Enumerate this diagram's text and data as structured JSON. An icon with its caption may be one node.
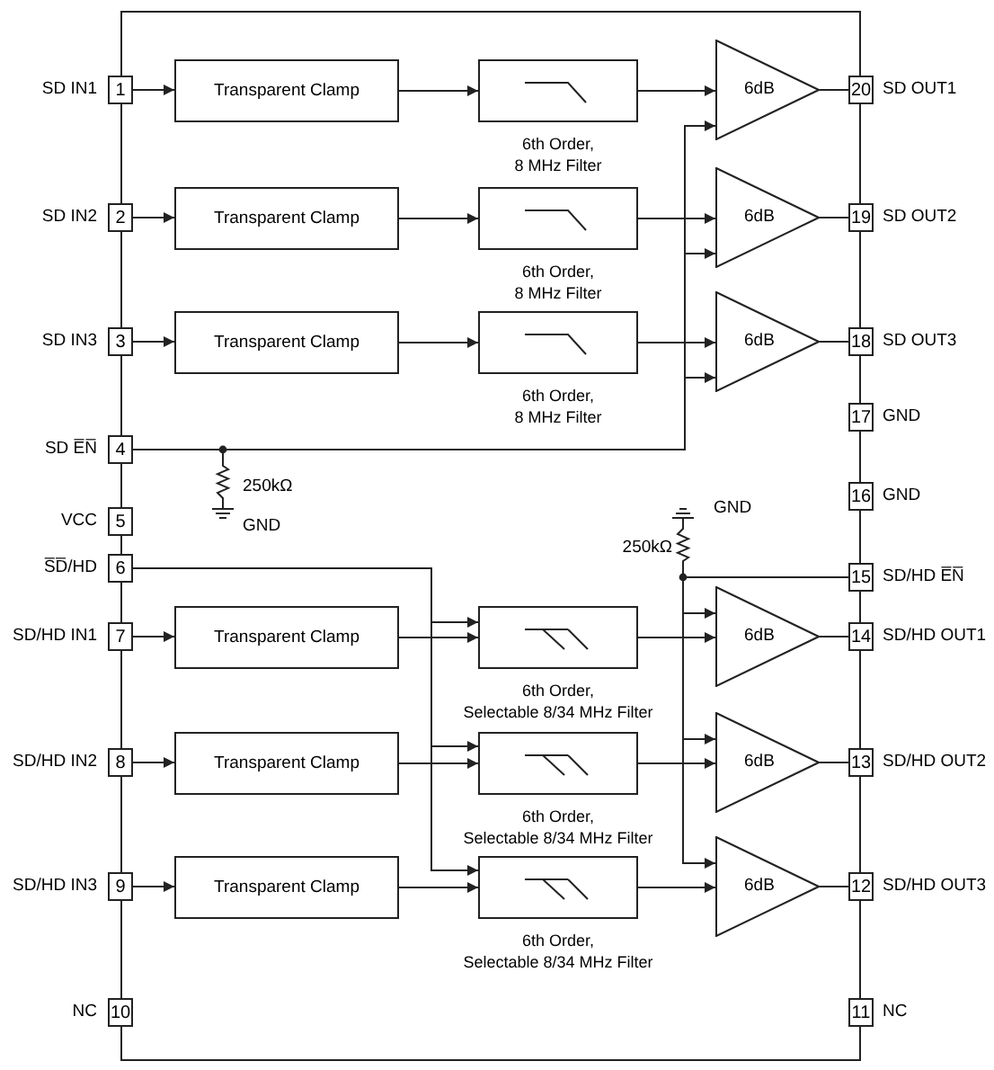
{
  "diagram": {
    "nodes": [
      {
        "text": [],
        "shape": "box"
      },
      {
        "text": [
          "1"
        ],
        "beside": [
          "SD IN1"
        ]
      },
      {
        "text": [
          "2"
        ],
        "beside": [
          "SD IN2"
        ]
      },
      {
        "text": [
          "3"
        ],
        "beside": [
          "SD IN3"
        ]
      },
      {
        "text": [
          "4"
        ],
        "beside": [
          "SD E̅N̅"
        ]
      },
      {
        "text": [
          "5"
        ],
        "beside": [
          "VCC"
        ]
      },
      {
        "text": [
          "6"
        ],
        "beside": [
          "S̅D̅/HD"
        ]
      },
      {
        "text": [
          "7"
        ],
        "beside": [
          "SD/HD IN1"
        ]
      },
      {
        "text": [
          "8"
        ],
        "beside": [
          "SD/HD IN2"
        ]
      },
      {
        "text": [
          "9"
        ],
        "beside": [
          "SD/HD IN3"
        ]
      },
      {
        "text": [
          "10"
        ],
        "beside": [
          "NC"
        ]
      },
      {
        "text": [
          "11"
        ],
        "beside": [
          "NC"
        ]
      },
      {
        "text": [
          "12"
        ],
        "beside": [
          "SD/HD OUT3"
        ]
      },
      {
        "text": [
          "13"
        ],
        "beside": [
          "SD/HD OUT2"
        ]
      },
      {
        "text": [
          "14"
        ],
        "beside": [
          "SD/HD OUT1"
        ]
      },
      {
        "text": [
          "15"
        ],
        "beside": [
          "SD/HD E̅N̅"
        ]
      },
      {
        "text": [
          "16"
        ],
        "beside": [
          "GND"
        ]
      },
      {
        "text": [
          "17"
        ],
        "beside": [
          "GND"
        ]
      },
      {
        "text": [
          "18"
        ],
        "beside": [
          "SD OUT3"
        ]
      },
      {
        "text": [
          "19"
        ],
        "beside": [
          "SD OUT2"
        ]
      },
      {
        "text": [
          "20"
        ],
        "beside": [
          "SD OUT1"
        ]
      },
      {
        "text": [
          "Transparent Clamp"
        ],
        "in": 0
      },
      {
        "text": [
          "Transparent Clamp"
        ],
        "in": 0
      },
      {
        "text": [
          "Transparent Clamp"
        ],
        "in": 0
      },
      {
        "text": [
          "Transparent Clamp"
        ],
        "in": 0
      },
      {
        "text": [
          "Transparent Clamp"
        ],
        "in": 0
      },
      {
        "text": [
          "Transparent Clamp"
        ],
        "in": 0
      },
      {
        "text": [],
        "shape": "box",
        "beside": [
          "6th Order, 8 MHz Filter"
        ],
        "in": 0
      },
      {
        "text": [],
        "shape": "box",
        "beside": [
          "6th Order, 8 MHz Filter"
        ],
        "in": 0
      },
      {
        "text": [],
        "shape": "box",
        "beside": [
          "6th Order, 8 MHz Filter"
        ],
        "in": 0
      },
      {
        "text": [],
        "shape": "box",
        "beside": [
          "6th Order, Selectable 8/34 MHz Filter"
        ],
        "in": 0
      },
      {
        "text": [],
        "shape": "box",
        "beside": [
          "6th Order, Selectable 8/34 MHz Filter"
        ],
        "in": 0
      },
      {
        "text": [],
        "shape": "box",
        "beside": [
          "6th Order, Selectable 8/34 MHz Filter"
        ],
        "in": 0
      },
      {
        "text": [
          "6dB"
        ],
        "in": 0
      },
      {
        "text": [
          "6dB"
        ],
        "in": 0
      },
      {
        "text": [
          "6dB"
        ],
        "in": 0
      },
      {
        "text": [
          "6dB"
        ],
        "in": 0
      },
      {
        "text": [
          "6dB"
        ],
        "in": 0
      },
      {
        "text": [
          "6dB"
        ],
        "in": 0
      }
    ],
    "edges": [
      {
        "from": 1,
        "to": 21,
        "arrow": "to"
      },
      {
        "from": 21,
        "to": 27,
        "arrow": "to"
      },
      {
        "from": 27,
        "to": 33,
        "arrow": "to"
      },
      {
        "from": 33,
        "to": 20,
        "arrow": "none"
      },
      {
        "from": 2,
        "to": 22,
        "arrow": "to"
      },
      {
        "from": 22,
        "to": 28,
        "arrow": "to"
      },
      {
        "from": 28,
        "to": 34,
        "arrow": "to"
      },
      {
        "from": 34,
        "to": 19,
        "arrow": "none"
      },
      {
        "from": 3,
        "to": 23,
        "arrow": "to"
      },
      {
        "from": 23,
        "to": 29,
        "arrow": "to"
      },
      {
        "from": 29,
        "to": 35,
        "arrow": "to"
      },
      {
        "from": 35,
        "to": 18,
        "arrow": "none"
      },
      {
        "from": 4,
        "to": 33,
        "arrow": "to"
      },
      {
        "from": 4,
        "to": 34,
        "arrow": "to"
      },
      {
        "from": 4,
        "to": 35,
        "arrow": "to"
      },
      {
        "from": 7,
        "to": 24,
        "arrow": "to"
      },
      {
        "from": 24,
        "to": 30,
        "arrow": "to"
      },
      {
        "from": 30,
        "to": 36,
        "arrow": "to"
      },
      {
        "from": 36,
        "to": 14,
        "arrow": "none"
      },
      {
        "from": 8,
        "to": 25,
        "arrow": "to"
      },
      {
        "from": 25,
        "to": 31,
        "arrow": "to"
      },
      {
        "from": 31,
        "to": 37,
        "arrow": "to"
      },
      {
        "from": 37,
        "to": 13,
        "arrow": "none"
      },
      {
        "from": 9,
        "to": 26,
        "arrow": "to"
      },
      {
        "from": 26,
        "to": 32,
        "arrow": "to"
      },
      {
        "from": 32,
        "to": 38,
        "arrow": "to"
      },
      {
        "from": 38,
        "to": 12,
        "arrow": "none"
      },
      {
        "from": 6,
        "to": 30,
        "arrow": "to"
      },
      {
        "from": 6,
        "to": 31,
        "arrow": "to"
      },
      {
        "from": 6,
        "to": 32,
        "arrow": "to"
      },
      {
        "from": 15,
        "to": 36,
        "arrow": "to"
      },
      {
        "from": 15,
        "to": 37,
        "arrow": "to"
      },
      {
        "from": 15,
        "to": 38,
        "arrow": "to"
      }
    ],
    "labels": [
      "250kΩ",
      "GND",
      "GND",
      "250kΩ"
    ]
  }
}
